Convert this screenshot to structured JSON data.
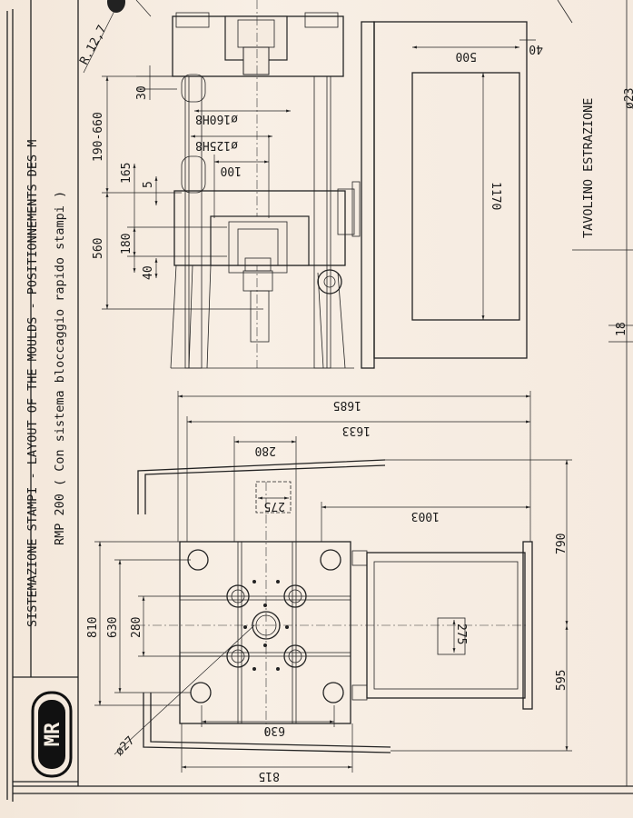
{
  "title": {
    "line1": "SISTEMAZIONE STAMPI - LAYOUT OF THE MOULDS - POSITIONNEMENTS DES M",
    "line2": "RMP 200  ( Con sistema bloccaggio rapido stampi )"
  },
  "logo_text": "MR",
  "labels": {
    "tavolino": "TAVOLINO ESTRAZIONE",
    "radius": "R.12,7",
    "corner_dim": "ø23"
  },
  "dims_side": {
    "d30": "30",
    "d190_660": "190-660",
    "d160": "ø160H8",
    "d125": "ø125H8",
    "d100": "100",
    "d165": "165",
    "d5": "5",
    "d560": "560",
    "d180": "180",
    "d40": "40",
    "d500": "500",
    "d40b": "40",
    "d1170": "1170",
    "d18": "18"
  },
  "dims_front": {
    "d1685": "1685",
    "d1633": "1633",
    "d280_top": "280",
    "d275_top": "275",
    "d1003": "1003",
    "d790": "790",
    "d810": "810",
    "d630_left": "630",
    "d280_left": "280",
    "d275_right": "275",
    "d595": "595",
    "d27": "ø27",
    "d630_bottom": "630",
    "d815": "815"
  }
}
